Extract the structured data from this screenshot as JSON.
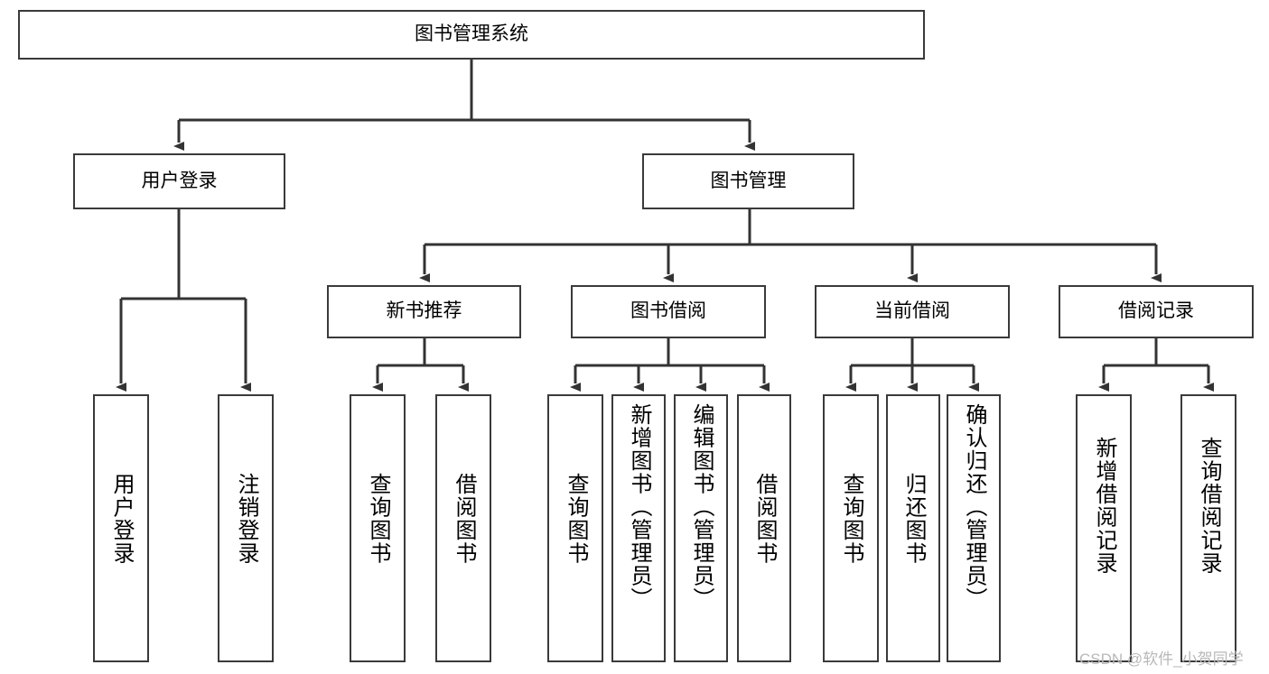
{
  "diagram": {
    "type": "tree-hierarchy",
    "title": "图书管理系统",
    "watermark": "CSDN @软件_小贺同学",
    "colors": {
      "box_border": "#3a3a3a",
      "box_fill": "#ffffff",
      "connector": "#333333",
      "text": "#000000",
      "watermark": "#b8b8b8",
      "background": "#ffffff"
    },
    "root": {
      "label": "图书管理系统"
    },
    "level2": [
      {
        "label": "用户登录"
      },
      {
        "label": "图书管理"
      }
    ],
    "level3": [
      {
        "label": "新书推荐"
      },
      {
        "label": "图书借阅"
      },
      {
        "label": "当前借阅"
      },
      {
        "label": "借阅记录"
      }
    ],
    "leaves": {
      "user_login": [
        {
          "label": "用户登录"
        },
        {
          "label": "注销登录"
        }
      ],
      "new_book": [
        {
          "label": "查询图书"
        },
        {
          "label": "借阅图书"
        }
      ],
      "book_borrow": [
        {
          "label": "查询图书"
        },
        {
          "label": "新增图书（管理员）"
        },
        {
          "label": "编辑图书（管理员）"
        },
        {
          "label": "借阅图书"
        }
      ],
      "current_borrow": [
        {
          "label": "查询图书"
        },
        {
          "label": "归还图书"
        },
        {
          "label": "确认归还（管理员）"
        }
      ],
      "borrow_record": [
        {
          "label": "新增借阅记录"
        },
        {
          "label": "查询借阅记录"
        }
      ]
    }
  }
}
